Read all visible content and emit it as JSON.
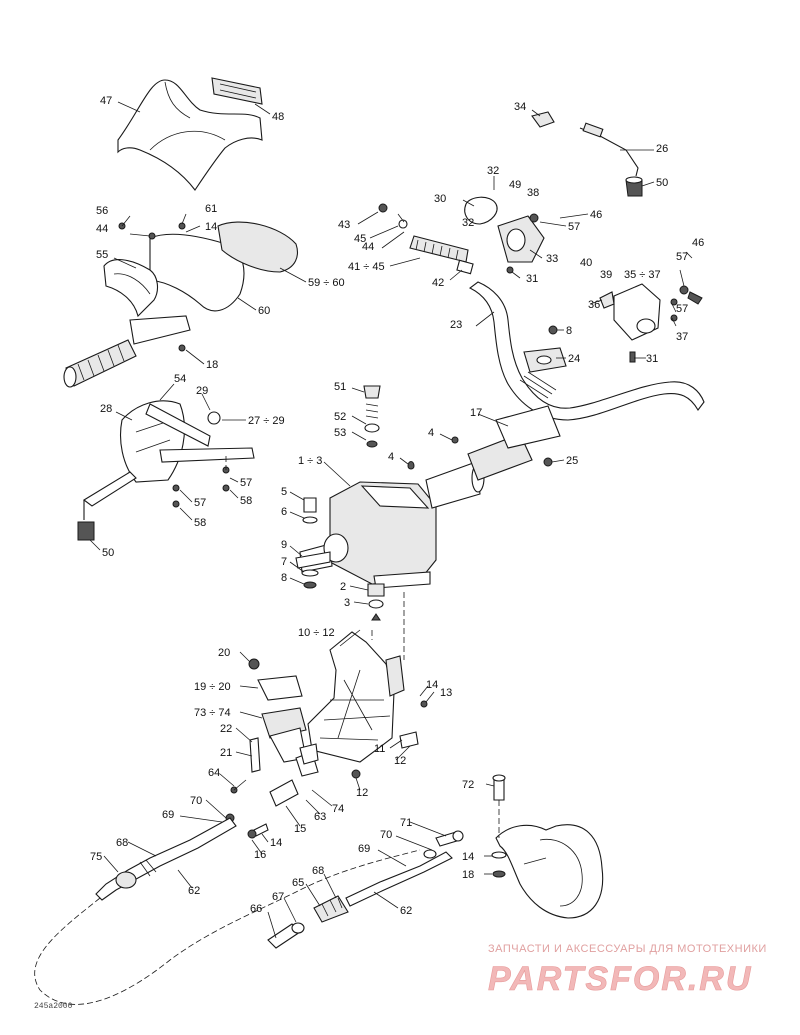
{
  "diagram": {
    "drawing_code": "245a2000",
    "watermark": {
      "tagline": "ЗАПЧАСТИ И АКСЕССУАРЫ ДЛЯ МОТОТЕХНИКИ",
      "brand": "PARTSFOR.RU"
    },
    "callouts": {
      "c47": "47",
      "c48": "48",
      "c34": "34",
      "c26": "26",
      "c50a": "50",
      "c32a": "32",
      "c49": "49",
      "c38": "38",
      "c30": "30",
      "c32b": "32",
      "c46a": "46",
      "c57a": "57",
      "c33": "33",
      "c43": "43",
      "c45": "45",
      "c44a": "44",
      "c41": "41 ÷ 45",
      "c31a": "31",
      "c42": "42",
      "c56": "56",
      "c61": "61",
      "c44b": "44",
      "c14a": "14",
      "c55": "55",
      "c59": "59 ÷ 60",
      "c60": "60",
      "c18a": "18",
      "c57b": "57",
      "c46b": "46",
      "c40": "40",
      "c39": "39",
      "c35": "35 ÷ 37",
      "c36": "36",
      "c37": "37",
      "c8a": "8",
      "c24": "24",
      "c31b": "31",
      "c23": "23",
      "c54": "54",
      "c29": "29",
      "c27": "27 ÷ 29",
      "c28": "28",
      "c57c": "57",
      "c57d": "57",
      "c58a": "58",
      "c58b": "58",
      "c50b": "50",
      "c51": "51",
      "c52": "52",
      "c53": "53",
      "c17": "17",
      "c4a": "4",
      "c4b": "4",
      "c25": "25",
      "c1": "1 ÷ 3",
      "c5": "5",
      "c6": "6",
      "c9": "9",
      "c7": "7",
      "c8b": "8",
      "c2": "2",
      "c3": "3",
      "c10": "10 ÷ 12",
      "c20": "20",
      "c19": "19 ÷ 20",
      "c73": "73 ÷ 74",
      "c22": "22",
      "c21": "21",
      "c14b": "14",
      "c13": "13",
      "c11": "11",
      "c12a": "12",
      "c12b": "12",
      "c64": "64",
      "c70a": "70",
      "c69a": "69",
      "c63": "63",
      "c74": "74",
      "c15": "15",
      "c14c": "14",
      "c16": "16",
      "c68a": "68",
      "c75": "75",
      "c62a": "62",
      "c72": "72",
      "c71": "71",
      "c70b": "70",
      "c69b": "69",
      "c14d": "14",
      "c18b": "18",
      "c68b": "68",
      "c65": "65",
      "c67": "67",
      "c66": "66",
      "c62b": "62"
    }
  }
}
